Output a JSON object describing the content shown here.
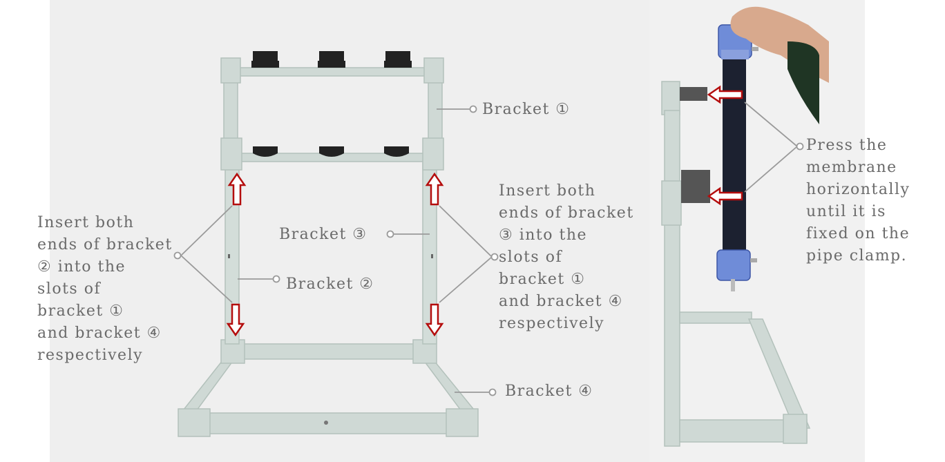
{
  "labels": {
    "bracket1": "Bracket ①",
    "bracket2": "Bracket ②",
    "bracket3": "Bracket ③",
    "bracket4": "Bracket ④",
    "instruction_left": "Insert both\nends of bracket\n② into the\nslots of\nbracket ①\nand bracket ④\nrespectively",
    "instruction_right": "Insert both\nends of bracket\n③ into the\nslots of\nbracket ①\nand bracket ④\nrespectively",
    "press_note": "Press the\nmembrane\nhorizontally\nuntil it is\nfixed on the\npipe clamp."
  },
  "colors": {
    "background_panel": "#efefef",
    "frame": "#cfd9d5",
    "frame_edge": "#b3c1bb",
    "clamp": "#222222",
    "arrow": "#b40d0d",
    "leader_line": "#9a9a9a",
    "text": "#6a6a6a",
    "membrane_cap": "#6f8cd8",
    "membrane_tube": "#1c2130"
  }
}
